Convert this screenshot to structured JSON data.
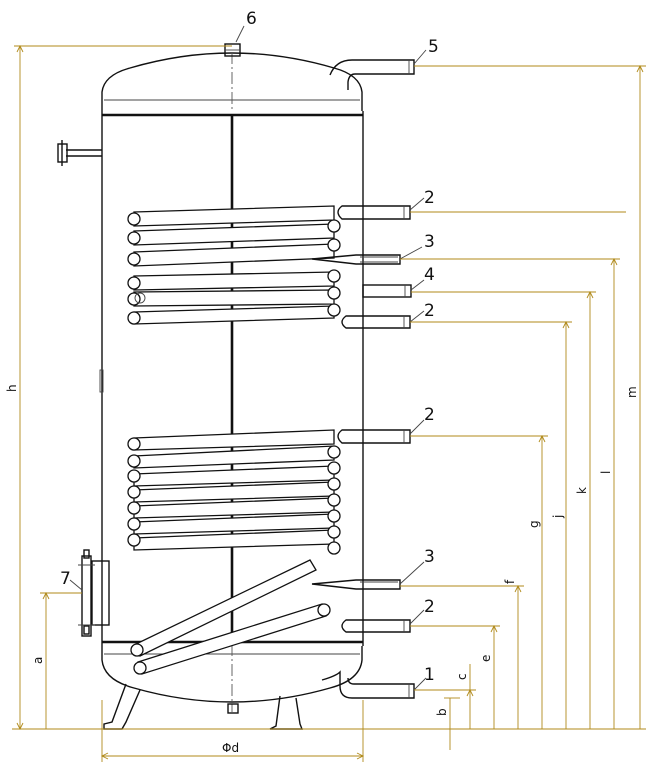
{
  "callouts": {
    "c1": "1",
    "c2a": "2",
    "c2b": "2",
    "c2c": "2",
    "c2d": "2",
    "c3a": "3",
    "c3b": "3",
    "c4": "4",
    "c5": "5",
    "c6": "6",
    "c7": "7"
  },
  "dimensions": {
    "h": "h",
    "a": "a",
    "b": "b",
    "c": "c",
    "d": "Φd",
    "e": "e",
    "f": "f",
    "g": "g",
    "j": "j",
    "k": "k",
    "l": "l",
    "m": "m"
  },
  "colors": {
    "line": "#111111",
    "dimension_line": "#b08a1a",
    "background": "#ffffff"
  }
}
